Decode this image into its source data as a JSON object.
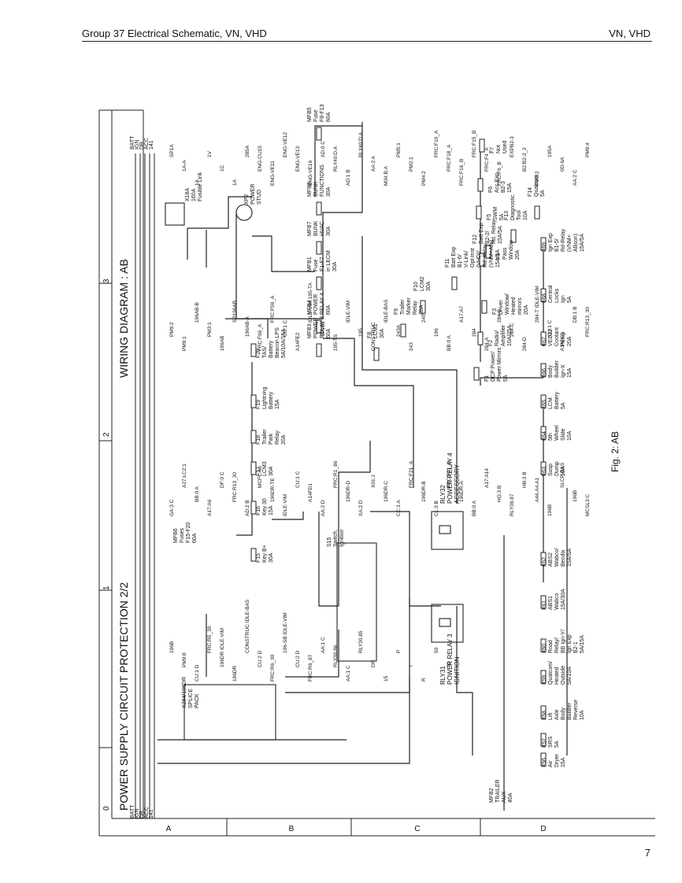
{
  "header": {
    "left": "Group 37 Electrical Schematic, VN, VHD",
    "right": "VN, VHD"
  },
  "page_number": "7",
  "figure_label": "Fig. 2: AB",
  "title_bar": {
    "main": "POWER SUPPLY CIRCUIT PROTECTION 2/2",
    "wiring": "WIRING DIAGRAM   :  AB"
  },
  "zones": [
    "0",
    "1",
    "2",
    "3"
  ],
  "rows": [
    "A",
    "B",
    "C",
    "D"
  ],
  "rails": [
    "BATT",
    "IGN",
    "DR",
    "ACC",
    "141"
  ],
  "top_fuses": [
    {
      "id": "F8",
      "lines": [
        "F8",
        "LCM1",
        "30A"
      ]
    },
    {
      "id": "F9",
      "lines": [
        "F9",
        "Trailer",
        "Marker",
        "Relay",
        "20A"
      ]
    },
    {
      "id": "F10",
      "lines": [
        "F10",
        "LCM2",
        "30A"
      ]
    },
    {
      "id": "F11",
      "lines": [
        "F11",
        "Batt Exp",
        "B1-6/",
        "V-Link/",
        "Opt-Inst",
        "(VHD)/",
        "Rd. Relay",
        "(VNM+Alls)",
        "15A/5A"
      ]
    },
    {
      "id": "F12",
      "lines": [
        "F12",
        "Batt Exp",
        "B2-2/",
        "Rd. Relay",
        "15A/5A"
      ]
    },
    {
      "id": "F13",
      "lines": [
        "F13",
        "Diagnostic",
        "Tool",
        "10A"
      ]
    },
    {
      "id": "F14",
      "lines": [
        "F14",
        "Qualcom",
        "5A"
      ]
    }
  ],
  "relay_fuses": [
    {
      "id": "MFB3",
      "lines": [
        "MFB3",
        "POWER",
        "RELAY 3",
        "60A"
      ]
    },
    {
      "id": "MFB4",
      "lines": [
        "MFB4",
        "POWER",
        "RELAY 4",
        "60A"
      ]
    },
    {
      "id": "MFB1",
      "lines": [
        "MFB1",
        "Fuse",
        "F1-F7",
        "in LECM",
        "30A"
      ]
    },
    {
      "id": "MFB7",
      "lines": [
        "MFB7",
        "BUNK",
        "HVAC",
        "30A"
      ]
    },
    {
      "id": "MFB8",
      "lines": [
        "MFB8",
        "BUNK",
        "FUNCTIONS",
        "30A"
      ]
    },
    {
      "id": "MFB5",
      "lines": [
        "MFB5",
        "Fuse",
        "F8-F13",
        "60A"
      ]
    }
  ],
  "acc_fuses": [
    {
      "id": "F1",
      "lines": [
        "F1",
        "DCP Power/",
        "Power Mirrors",
        "5A"
      ]
    },
    {
      "id": "F2",
      "lines": [
        "F2",
        "Radio/",
        "Amplifier",
        "10A/25A"
      ]
    },
    {
      "id": "F3",
      "lines": [
        "F3",
        "Driver",
        "Window/",
        "Heated",
        "mirrors",
        "20A"
      ]
    },
    {
      "id": "F4",
      "lines": [
        "F4",
        "Pass",
        "Window",
        "20A"
      ]
    },
    {
      "id": "F5",
      "lines": [
        "F5",
        "SWM",
        "5A"
      ]
    },
    {
      "id": "F6",
      "lines": [
        "F6",
        "Acc.Exp",
        "B2-3",
        "15A"
      ]
    },
    {
      "id": "F7",
      "lines": [
        "F7",
        "Not",
        "Used"
      ]
    }
  ],
  "mid_fuses": [
    {
      "id": "F15",
      "lines": [
        "F15",
        "Key B+",
        "30A"
      ]
    },
    {
      "id": "F16",
      "lines": [
        "F16",
        "Key 30",
        "15A"
      ]
    },
    {
      "id": "F17",
      "lines": [
        "F17",
        "LCM3",
        "30A"
      ]
    },
    {
      "id": "F18",
      "lines": [
        "F18",
        "Trailer",
        "Park",
        "Relay",
        "20A"
      ]
    },
    {
      "id": "F19",
      "lines": [
        "F19",
        "Lightning",
        "Battery",
        "15A"
      ]
    },
    {
      "id": "F20",
      "lines": [
        "F20",
        "TAS/",
        "Battery",
        "Beacon LPS",
        "5A/10A/15A"
      ]
    }
  ],
  "ign_fuses_right": [
    {
      "id": "F63",
      "lines": [
        "F63",
        "Susp",
        "Dump",
        "10A"
      ]
    },
    {
      "id": "F64",
      "lines": [
        "F64",
        "5th",
        "Wheel",
        "Slide",
        "10A"
      ]
    },
    {
      "id": "F65",
      "lines": [
        "F65",
        "LCM",
        "Battery",
        "5A"
      ]
    },
    {
      "id": "F66",
      "lines": [
        "F66",
        "Body",
        "Builder",
        "Ign-X",
        "15A"
      ]
    },
    {
      "id": "F67",
      "lines": [
        "F67",
        "VED12",
        "Coolant",
        "Pump",
        "20A"
      ]
    },
    {
      "id": "F68",
      "lines": [
        "F68",
        "Central",
        "Locks",
        "Ign",
        "5A"
      ]
    },
    {
      "id": "F69",
      "lines": [
        "F69",
        "Ign Exp",
        "B1-5/",
        "Rd-Relay",
        "(VNM+",
        "Allison)",
        "15A/5A"
      ]
    }
  ],
  "ign_fuses_left": [
    {
      "id": "F56",
      "lines": [
        "F56",
        "Air",
        "Dryer",
        "15A"
      ]
    },
    {
      "id": "F57",
      "lines": [
        "F57",
        "SRS",
        "5A"
      ]
    },
    {
      "id": "F58",
      "lines": [
        "F58",
        "Lift",
        "Axle",
        "Body",
        "Builder",
        "Reverse",
        "10A"
      ]
    },
    {
      "id": "F59",
      "lines": [
        "F59",
        "Qualcom/",
        "Heated",
        "Outside",
        "5A/10A"
      ]
    },
    {
      "id": "F60",
      "lines": [
        "F60",
        "Road",
        "Relay/",
        "BB Ign-Y/",
        "Ign Exp",
        "B2-1",
        "5A/15A"
      ]
    },
    {
      "id": "F61",
      "lines": [
        "F61",
        "ABS1",
        "Wabco",
        "15A/30A"
      ]
    },
    {
      "id": "F62",
      "lines": [
        "F62",
        "ABS2",
        "Wabco/",
        "Bendix",
        "15A/5A"
      ]
    }
  ],
  "relays": [
    {
      "id": "RLY32",
      "lines": [
        "RLY32",
        "POWER RELAY 4",
        "ACCESSORY"
      ]
    },
    {
      "id": "RLY31",
      "lines": [
        "RLY31",
        "POWER RELAY 3",
        "IGNITION"
      ]
    }
  ],
  "switch": {
    "lines": [
      "S15",
      "Switch,",
      "Ignition"
    ]
  },
  "stud": {
    "lines": [
      "XP2",
      "POWER",
      "STUD"
    ]
  },
  "fusible_link": {
    "lines": [
      "X18A",
      "160A",
      "Fusible Link"
    ]
  },
  "splice_pack": {
    "lines": [
      "X284/196DR",
      "SPLICE",
      "PACK"
    ]
  },
  "mfb6": {
    "lines": [
      "MFB6",
      "Fuses",
      "F15-F20",
      "60A"
    ]
  },
  "mfb2": {
    "lines": [
      "MFB2",
      "TRAILER",
      "AUX",
      "40A"
    ]
  },
  "wire_labels": [
    "SP1A",
    "1A-A",
    "1A",
    "1V",
    "1C",
    "1A",
    "285A",
    "ENG-CU15",
    "ENG-VE11",
    "ENG-VE12",
    "ENG-VE13",
    "ENG-VE16",
    "AD:0 C",
    "RLY40:D:A",
    "AD:1 B",
    "RLY40:D:A",
    "AA:2 A",
    "M04:B:A",
    "PM5:1",
    "PM2:1",
    "PM4:2",
    "FRC:F10_A",
    "FRC:F18_A",
    "FRC:F16_B",
    "FRC:F15_B",
    "FRC:F4_A",
    "FRC:F6_B",
    "EXPB2-3",
    "B2:B2-3_2",
    "PM6:2",
    "195A",
    "0D-6A",
    "AA:2 C",
    "PM9:4",
    "PM9:2",
    "PM9:1",
    "196AB-B",
    "PM3:1",
    "196AB",
    "SP196AB",
    "196AB-A",
    "FRC:F66_A",
    "FRC:F59_A",
    "CU:1 C",
    "A14FE2",
    "IDLE-VIM 195-TA",
    "SP195",
    "195-TS",
    "IDLE-VIM",
    "195",
    "CONSTRUC",
    "IDLE-BAS",
    "243A",
    "243",
    "245",
    "196",
    "BB:0 A",
    "A17:A7",
    "284",
    "284-A",
    "284-B",
    "284-C",
    "284-D",
    "284-T IDLE-VIM",
    "CU:1 C",
    "A14FC5",
    "DB:1 B",
    "FRC:R13_30",
    "GA:3 C",
    "A27:LC2:1",
    "BB:0 A",
    "A17:A6",
    "DF:0 C",
    "FRC:R13_30",
    "AD:2 B",
    "MCFC:66",
    "196DR-TE",
    "IDLE-VIM",
    "CU:1 C",
    "A14FD1",
    "AA:2 D",
    "FRC:R1_86",
    "196DR-D",
    "XA:2 D",
    "X01:J",
    "196DR-C",
    "CC:1 A",
    "FRC:F21_A",
    "196DR-B",
    "CL:3 B",
    "FRC:F21_A",
    "196DR-A",
    "BB:0 A",
    "A17:A14",
    "HG:3 B",
    "RLY39.87",
    "HB:3 B",
    "A46.A4.A1",
    "196B",
    "SLCP-BAS",
    "196B",
    "MCSL3:C",
    "196B",
    "PM9:8",
    "CU:1 D",
    "FRC:R5_30",
    "196DR IDLE-VIM",
    "196DR",
    "CONSTRUC IDLE-BAS",
    "CU:2 D",
    "FRC:R6_30",
    "196-SB IDLE-VIM",
    "CU:2 D",
    "FRC:R6_87",
    "AA:1 C",
    "RLY30.86",
    "AA:1 C",
    "RLY30.85",
    "DR",
    "15",
    "P",
    "T",
    "R",
    "50",
    "30"
  ]
}
